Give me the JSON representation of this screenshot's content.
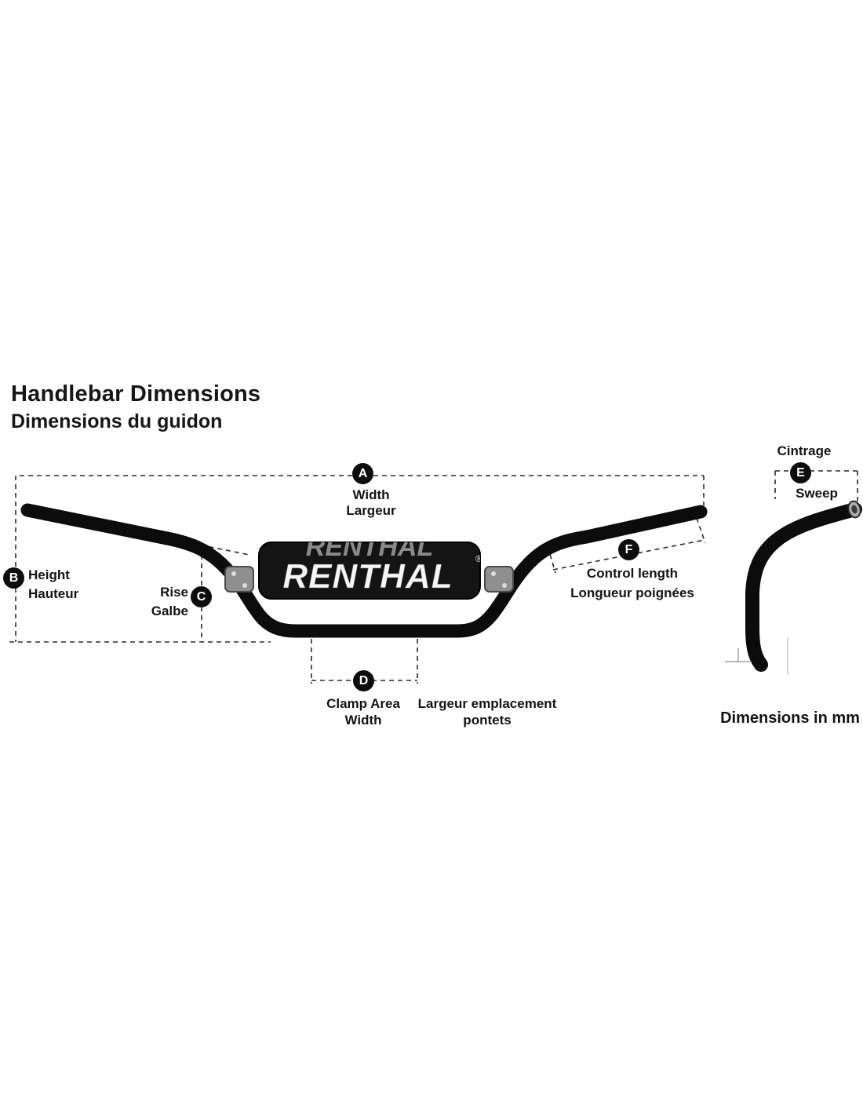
{
  "header": {
    "title_en": "Handlebar Dimensions",
    "title_fr": "Dimensions du guidon"
  },
  "pad": {
    "brand": "RENTHAL",
    "registered": "®"
  },
  "dimensions": {
    "a": {
      "letter": "A",
      "en": "Width",
      "fr": "Largeur"
    },
    "b": {
      "letter": "B",
      "en": "Height",
      "fr": "Hauteur"
    },
    "c": {
      "letter": "C",
      "en": "Rise",
      "fr": "Galbe"
    },
    "d": {
      "letter": "D",
      "en_line1": "Clamp Area",
      "en_line2": "Width",
      "fr_line1": "Largeur emplacement",
      "fr_line2": "pontets"
    },
    "e": {
      "letter": "E",
      "en": "Sweep",
      "fr": "Cintrage"
    },
    "f": {
      "letter": "F",
      "en": "Control length",
      "fr": "Longueur poignées"
    }
  },
  "footer": {
    "note": "Dimensions in mm"
  }
}
